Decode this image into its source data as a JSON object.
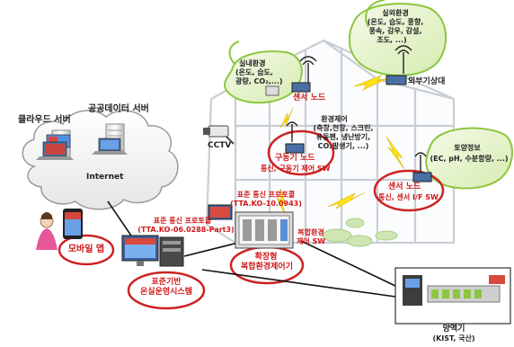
{
  "servers": {
    "cloud": "클라우드 서버",
    "public_data": "공공데이터 서버",
    "internet": "Internet"
  },
  "mobile_app": "모바일 앱",
  "cctv": "CCTV",
  "environment": {
    "indoor": [
      "실내환경",
      "(온도, 습도,",
      "광량, CO₂,...)"
    ],
    "outdoor": [
      "실외환경",
      "(온도, 습도, 풍향,",
      "풍속, 감우, 감설,",
      "조도, ...)"
    ],
    "control": [
      "환경제어",
      "(측창,천창, 스크린,",
      "유동팬, 냉난방기,",
      "CO₂발생기, ...)"
    ],
    "soil": [
      "토양정보",
      "(EC, pH, 수분함량, ...)"
    ]
  },
  "nodes": {
    "sensor_node_top": "센서 노드",
    "weather_station": "외부기상대",
    "actuator_node": "구동기 노드",
    "actuator_node_sub": "통신, 구동기 제어 SW",
    "sensor_node_right": "센서 노드",
    "sensor_node_right_sub": "통신, 센서 I/F SW"
  },
  "protocols": {
    "left": [
      "표준 통신 프로토콜",
      "(TTA.KO-06.0288-Part3)"
    ],
    "right": [
      "표준 통신 프로토콜",
      "(TTA.KO-10.0943)"
    ]
  },
  "complex_controller": {
    "sw_label": [
      "복합환경",
      "제어 SW"
    ],
    "name": [
      "확장형",
      "복합환경제어기"
    ]
  },
  "operating_system": [
    "표준기반",
    "온실운영시스템"
  ],
  "nutrient": [
    "양액기",
    "(KIST, 국산)"
  ],
  "colors": {
    "accent_red": "#d01818",
    "node_ring": "#cc2222",
    "cloud_fill": "#f0f0f0",
    "leaf_green": "#8cc63f",
    "greenhouse_line": "#c9ced4",
    "link_yellow": "#ffe21a"
  },
  "icons": [
    "server-icon",
    "laptop-icon",
    "smartphone-icon",
    "antenna-icon",
    "cctv-camera-icon",
    "monitor-icon",
    "lightning-link-icon",
    "leaf-bubble-icon"
  ]
}
